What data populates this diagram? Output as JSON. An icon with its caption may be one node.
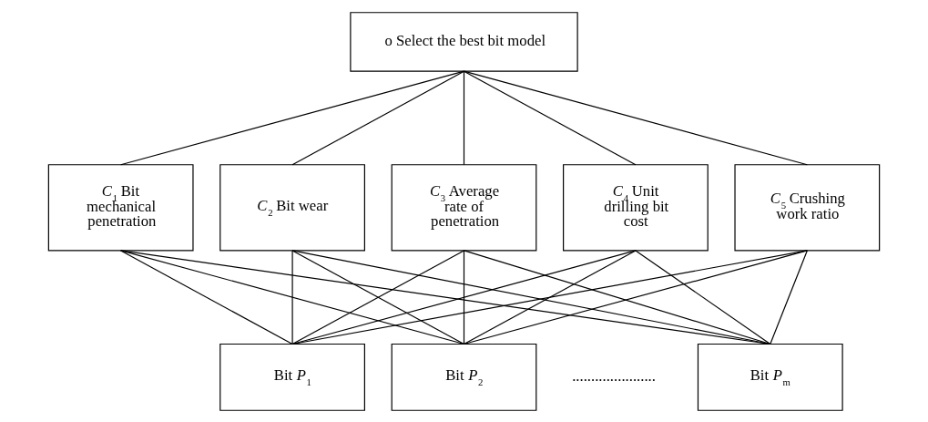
{
  "diagram": {
    "nodes": [
      {
        "text": [
          "o Select the best bit model"
        ]
      },
      {
        "text": [
          "*C*$_{1}$ Bit mechanical penetration"
        ]
      },
      {
        "text": [
          "*C*$_{2}$ Bit wear"
        ]
      },
      {
        "text": [
          "*C*$_{3}$ Average rate of penetration"
        ]
      },
      {
        "text": [
          "*C*$_{4}$ Unit drilling bit cost"
        ]
      },
      {
        "text": [
          "*C*$_{5}$ Crushing work ratio"
        ]
      },
      {
        "text": [
          "Bit *P*$_{1}$"
        ]
      },
      {
        "text": [
          "Bit *P*$_{2}$"
        ]
      },
      {
        "text": [
          "Bit *P*$_{m}$"
        ]
      }
    ],
    "edges": [
      {
        "from": 0,
        "to": 1,
        "arrow": "none"
      },
      {
        "from": 0,
        "to": 2,
        "arrow": "none"
      },
      {
        "from": 0,
        "to": 3,
        "arrow": "none"
      },
      {
        "from": 0,
        "to": 4,
        "arrow": "none"
      },
      {
        "from": 0,
        "to": 5,
        "arrow": "none"
      },
      {
        "from": 1,
        "to": 6,
        "arrow": "none"
      },
      {
        "from": 1,
        "to": 7,
        "arrow": "none"
      },
      {
        "from": 1,
        "to": 8,
        "arrow": "none"
      },
      {
        "from": 2,
        "to": 6,
        "arrow": "none"
      },
      {
        "from": 2,
        "to": 7,
        "arrow": "none"
      },
      {
        "from": 2,
        "to": 8,
        "arrow": "none"
      },
      {
        "from": 3,
        "to": 6,
        "arrow": "none"
      },
      {
        "from": 3,
        "to": 7,
        "arrow": "none"
      },
      {
        "from": 3,
        "to": 8,
        "arrow": "none"
      },
      {
        "from": 4,
        "to": 6,
        "arrow": "none"
      },
      {
        "from": 4,
        "to": 7,
        "arrow": "none"
      },
      {
        "from": 4,
        "to": 8,
        "arrow": "none"
      },
      {
        "from": 5,
        "to": 6,
        "arrow": "none"
      },
      {
        "from": 5,
        "to": 7,
        "arrow": "none"
      },
      {
        "from": 5,
        "to": 8,
        "arrow": "none"
      }
    ],
    "labels": [
      "......................"
    ]
  }
}
